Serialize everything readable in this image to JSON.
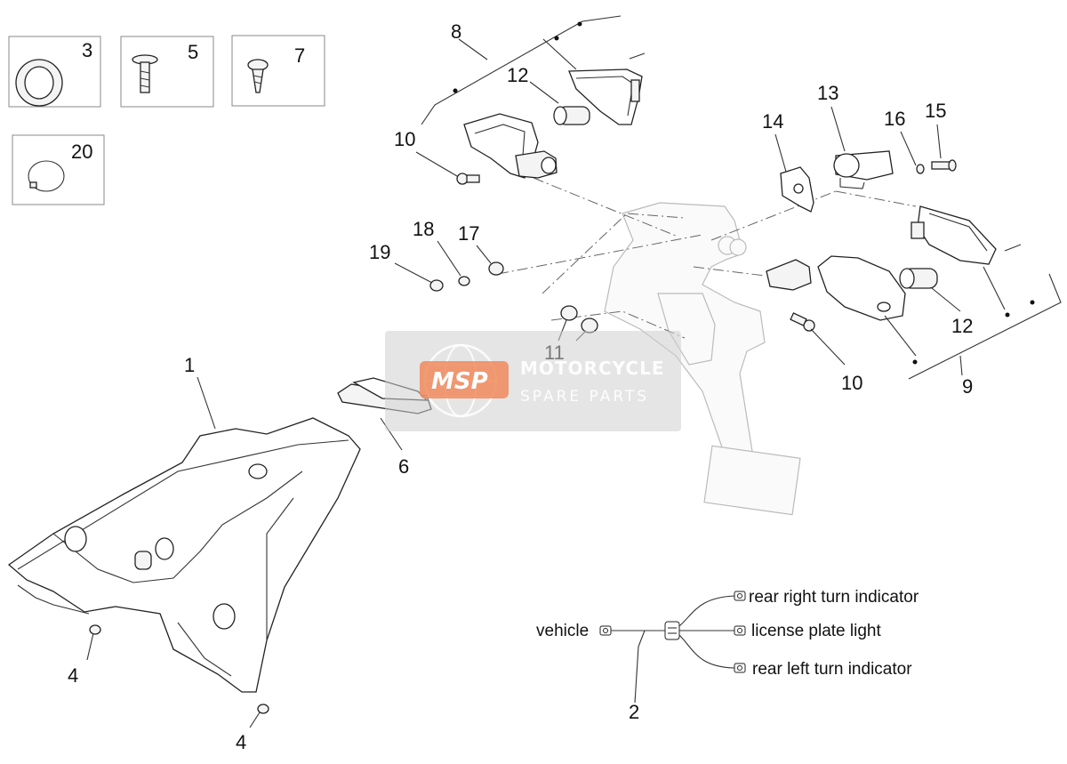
{
  "callouts": {
    "n1": "1",
    "n2": "2",
    "n3": "3",
    "n4a": "4",
    "n4b": "4",
    "n5": "5",
    "n6": "6",
    "n7": "7",
    "n8": "8",
    "n9": "9",
    "n10a": "10",
    "n10b": "10",
    "n11": "11",
    "n12a": "12",
    "n12b": "12",
    "n13": "13",
    "n14": "14",
    "n15": "15",
    "n16": "16",
    "n17": "17",
    "n18": "18",
    "n19": "19",
    "n20": "20"
  },
  "wiring": {
    "source": "vehicle",
    "outputs": [
      "rear right turn indicator",
      "license plate light",
      "rear left turn indicator"
    ]
  },
  "watermark": {
    "logo": "MSP",
    "line1": "MOTORCYCLE",
    "line2": "SPARE PARTS",
    "logo_color": "#f08a5d"
  }
}
